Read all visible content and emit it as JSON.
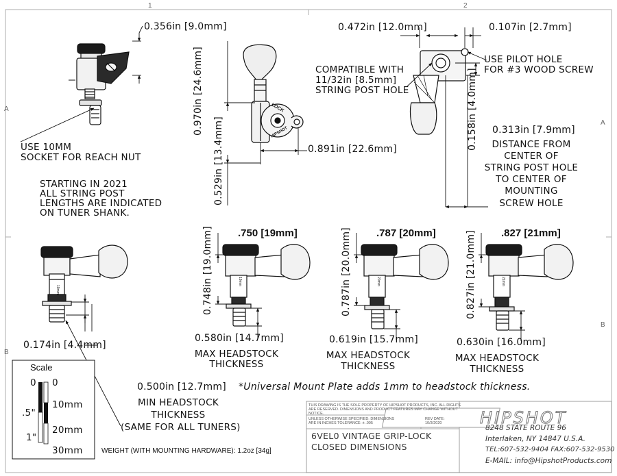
{
  "zones": {
    "top": [
      "1",
      "2"
    ],
    "side": [
      "A",
      "B"
    ]
  },
  "notes": {
    "socket_line1": "USE 10MM",
    "socket_line2": "SOCKET FOR REACH NUT",
    "starting_line1": "STARTING IN 2021",
    "starting_line2": "ALL STRING POST",
    "starting_line3": "LENGTHS ARE INDICATED",
    "starting_line4": "ON TUNER SHANK.",
    "compat_line1": "COMPATIBLE WITH",
    "compat_line2": "11/32in [8.5mm]",
    "compat_line3": "STRING POST HOLE",
    "pilot_line1": "USE PILOT HOLE",
    "pilot_line2": "FOR #3 WOOD SCREW",
    "distance_value": "0.313in [7.9mm]",
    "distance_line1": "DISTANCE FROM",
    "distance_line2": "CENTER OF",
    "distance_line3": "STRING POST HOLE",
    "distance_line4": "TO CENTER OF",
    "distance_line5": "MOUNTING",
    "distance_line6": "SCREW HOLE",
    "universal": "*Universal Mount Plate adds 1mm to headstock thickness.",
    "min_value": "0.500in [12.7mm]",
    "min_line1": "MIN HEADSTOCK",
    "min_line2": "THICKNESS",
    "min_line3": "(SAME FOR ALL TUNERS)",
    "weight": "WEIGHT (WITH MOUNTING HARDWARE): 1.2oz [34g]"
  },
  "dimensions": {
    "d0356": "0.356in [9.0mm]",
    "d0472": "0.472in [12.0mm]",
    "d0107": "0.107in [2.7mm]",
    "d0970": "0.970in [24.6mm]",
    "d0529": "0.529in [13.4mm]",
    "d0891": "0.891in [22.6mm]",
    "d0158": "0.158in [4.0mm]",
    "d0174": "0.174in [4.4mm]"
  },
  "variants": [
    {
      "header": ".750 [19mm]",
      "post": "0.748in [19.0mm]",
      "headstock": "0.580in [14.7mm]",
      "shank": "19mm",
      "label1": "MAX HEADSTOCK",
      "label2": "THICKNESS"
    },
    {
      "header": ".787 [20mm]",
      "post": "0.787in [20.0mm]",
      "headstock": "0.619in [15.7mm]",
      "shank": "20mm",
      "label1": "MAX HEADSTOCK",
      "label2": "THICKNESS"
    },
    {
      "header": ".827 [21mm]",
      "post": "0.827in [21.0mm]",
      "headstock": "0.630in [16.0mm]",
      "shank": "21mm",
      "label1": "MAX HEADSTOCK",
      "label2": "THICKNESS"
    }
  ],
  "left_tuner": {
    "shank": "19mm"
  },
  "logo_text": {
    "lock": "LOCK",
    "brand": "HIPSHOT"
  },
  "scale": {
    "title": "Scale",
    "zero_left": "0",
    "zero_right": "0",
    "half_inch": ".5\"",
    "one_inch": "1\"",
    "mm10": "10mm",
    "mm20": "20mm",
    "mm30": "30mm"
  },
  "title_block": {
    "legal_line1": "THIS DRAWING IS THE SOLE PROPERTY OF HIPSHOT PRODUCTS, INC. ALL RIGHTS",
    "legal_line2": "ARE RESERVED. DIMENSIONS AND PRODUCT FEATURES MAY CHANGE WITHOUT",
    "legal_line3": "NOTICE.",
    "tol_line1": "UNLESS OTHERWISE SPECIFIED: DIMENSIONS",
    "tol_line2": "ARE IN INCHES TOLERANCE: ± .005",
    "rev_label": "REV DATE:",
    "rev_date": "10/3/2020",
    "title_line1": "6VEL0 VINTAGE GRIP-LOCK",
    "title_line2": "CLOSED DIMENSIONS",
    "logo": "HIPSHOT",
    "address1": "8248 STATE ROUTE 96",
    "address2": "Interlaken, NY 14847 U.S.A.",
    "phone": "TEL:607-532-9404 FAX:607-532-9530",
    "email": "E-MAIL: info@HipshotProducts.com"
  }
}
